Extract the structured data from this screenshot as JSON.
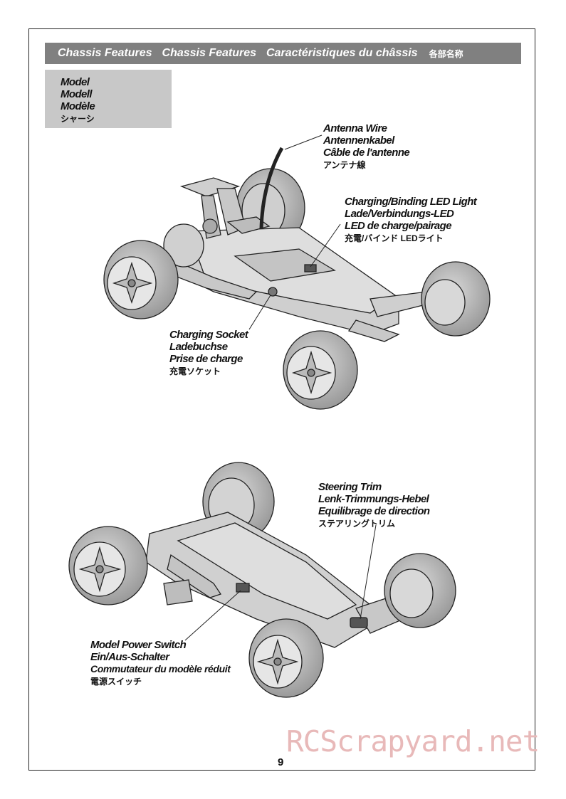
{
  "header": {
    "title_en": "Chassis Features",
    "title_de": "Chassis Features",
    "title_fr": "Caractéristiques du châssis",
    "title_jp": "各部名称"
  },
  "model_box": {
    "en": "Model",
    "de": "Modell",
    "fr": "Modèle",
    "jp": "シャーシ"
  },
  "callouts": {
    "antenna": {
      "en": "Antenna Wire",
      "de": "Antennenkabel",
      "fr": "Câble de l'antenne",
      "jp": "アンテナ線"
    },
    "led": {
      "en": "Charging/Binding LED Light",
      "de": "Lade/Verbindungs-LED",
      "fr": "LED de charge/pairage",
      "jp": "充電/バインド LEDライト"
    },
    "socket": {
      "en": "Charging Socket",
      "de": "Ladebuchse",
      "fr": "Prise de charge",
      "jp": "充電ソケット"
    },
    "trim": {
      "en": "Steering Trim",
      "de": "Lenk-Trimmungs-Hebel",
      "fr": "Equilibrage de direction",
      "jp": "ステアリングトリム"
    },
    "switch": {
      "en": "Model Power Switch",
      "de": "Ein/Aus-Schalter",
      "fr": "Commutateur du modèle réduit",
      "jp": "電源スイッチ"
    }
  },
  "page_number": "9",
  "watermark": "RCScrapyard.net"
}
